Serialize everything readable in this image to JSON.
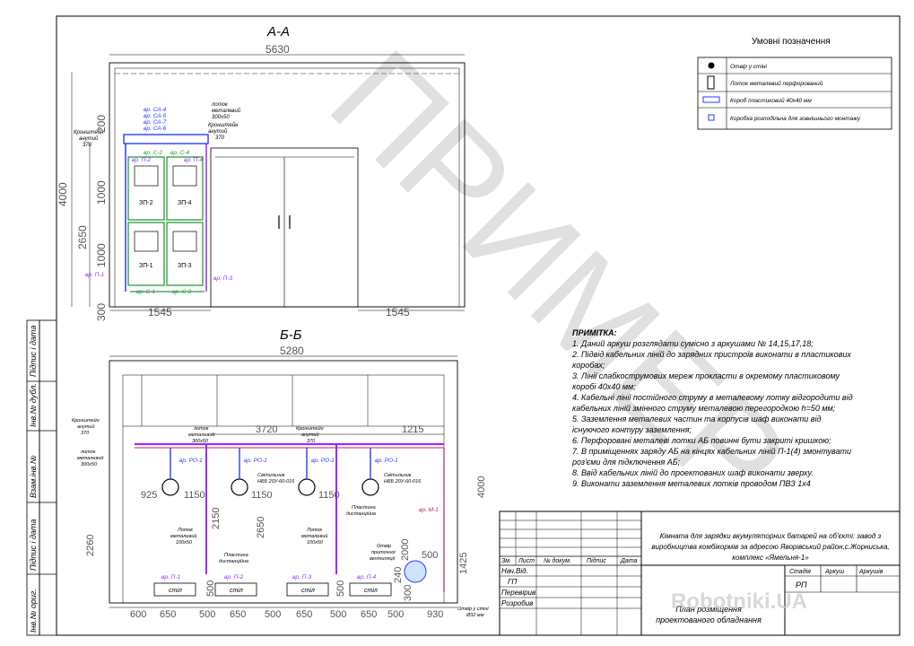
{
  "watermark": "ПРИМЕР",
  "site_watermark": "Robotniki.UA",
  "section_aa": {
    "title": "А-А",
    "dim_total": "5630",
    "dim_left": "1545",
    "dim_right": "1545",
    "dim_height": "4000",
    "dim_2650": "2650",
    "dim_1000a": "1000",
    "dim_1000b": "1000",
    "dim_300": "300",
    "dim_200": "200",
    "labels": {
      "tray_note": [
        "лоток",
        "металевий",
        "300х50"
      ],
      "bracket_right": [
        "Кронштейн",
        "анутий",
        "370"
      ],
      "bracket_left": [
        "Кронштейн",
        "анутий",
        "370"
      ],
      "ca4": "вр. СА-4",
      "ca5": "вр. СА-5",
      "ca7": "вр. СА-7",
      "ca6": "вр. СА-6",
      "c2": "вр. С-2",
      "c4": "вр. С-4",
      "p2": "вр. П-2",
      "p4": "вр. П-4",
      "p1": "вр. П-1",
      "p3": "вр. П-3",
      "c1": "вр. С-1",
      "c3": "вр. С-3",
      "zp2": "ЗП-2",
      "zp4": "ЗП-4",
      "zp1": "ЗП-1",
      "zp3": "ЗП-3"
    }
  },
  "section_bb": {
    "title": "Б-Б",
    "dim_total": "5280",
    "dim_3720": "3720",
    "dim_1215": "1215",
    "dim_4000": "4000",
    "dim_2260": "2260",
    "dim_2650": "2650",
    "dim_2150": "2150",
    "dim_925": "925",
    "dim_1150a": "1150",
    "dim_1150b": "1150",
    "dim_1150c": "1150",
    "dim_1425": "1425",
    "dim_500": "500",
    "dim_2000": "2000",
    "dim_240": "240",
    "dim_300": "300",
    "dim_500b": "500",
    "dim_500c": "500",
    "bottom_dims": [
      "600",
      "650",
      "500",
      "650",
      "500",
      "650",
      "500",
      "650",
      "500",
      "930"
    ],
    "labels": {
      "bracket1": [
        "Кронштейн",
        "анутий",
        "370"
      ],
      "tray_left": [
        "лоток",
        "металевий",
        "300х50"
      ],
      "tray_top": [
        "лоток",
        "металевий",
        "300х50"
      ],
      "bracket2": [
        "Кронштейн",
        "анутий",
        "370"
      ],
      "ro1a": "вр. РО-1",
      "ro1b": "вр. РО-1",
      "ro1c": "вр. РО-1",
      "ro1d": "вр. РО-1",
      "lamp1": [
        "Світильник",
        "НББ 20У-60-016"
      ],
      "lamp2": [
        "Світильник",
        "НББ 20У-60-016"
      ],
      "tray_v1": [
        "Лоток",
        "металевий",
        "100х50"
      ],
      "tray_v2": [
        "Лоток",
        "металевий",
        "100х50"
      ],
      "plinth1": [
        "Пластина",
        "дистанційна"
      ],
      "plinth2": [
        "Пластина",
        "дистанційна"
      ],
      "m1": "вр. М-1",
      "vent": [
        "Отвір",
        "приточної",
        "вентиляції"
      ],
      "p1": "вр. П-1",
      "p2": "вр. П-2",
      "p3": "вр. П-3",
      "p4": "вр. П-4",
      "stand": "стіл",
      "hole_note": [
        "Отвір у стіні",
        "Ø32 мм"
      ]
    }
  },
  "legend": {
    "title": "Умовні позначення",
    "items": [
      {
        "icon": "dot-icon",
        "text": "Отвір у стіні"
      },
      {
        "icon": "perforated-tray-icon",
        "text": "Лоток металевий перфорований"
      },
      {
        "icon": "plastic-duct-icon",
        "text": "Короб пластиковий 40х40 мм"
      },
      {
        "icon": "junction-box-icon",
        "text": "Коробка розподільча для зовнішнього монтажу"
      }
    ]
  },
  "notes": {
    "title": "ПРИМІТКА:",
    "lines": [
      "1. Даний аркуш розглядати сумісно з аркушами № 14,15,17,18;",
      "2. Підвід кабельних ліній до зарядних пристроїв виконати в пластикових",
      "коробах;",
      "3. Лінії слабкострумових мереж прокласти в окремому пластиковому",
      "коробі 40х40 мм;",
      "4. Кабельні лінії постійного струму в металевому лотку відгородити від",
      "кабельних ліній змінного струму металевою перегородкою h=50 мм;",
      "5. Заземлення металевих частин та корпусів шаф виконати від",
      "існуючого контуру заземлення;",
      "6. Перфоровані металеві лотки АБ повинні бути закриті кришкою;",
      "7. В приміщеннях заряду АБ на кінцях кабельних ліній П-1(4) змонтувати",
      "роз'єми для підключення АБ;",
      "8. Ввід кабельних ліній до проектованих шаф виконати зверху.",
      "9. Виконати заземлення металевих лотків проводом ПВЗ 1х4"
    ]
  },
  "side_stamp": {
    "cells": [
      "Інв.№ ориг.",
      "Підпис і дата",
      "Взам.інв.№",
      "Інв.№ дубл.",
      "Підпис і дата"
    ]
  },
  "title_block": {
    "project": "Кімната для зарядки вкумуляторних батарей на об'єкті: завод з виробництва комбікормів за адресою Яворівський район,с.Жорниська, комплекс «Ямельня-1»",
    "project_lines": [
      "Кімната для зарядки вкумуляторних батарей на об'єкті: завод з",
      "виробництва комбікормів за адресою Яворівський район,с.Жорниська,",
      "комплекс «Ямельня-1»"
    ],
    "headers": [
      "Зм.",
      "Лист",
      "№ докум.",
      "Підпис",
      "Дата"
    ],
    "roles": [
      "Нач.Від.",
      "ГП",
      "Перевірив",
      "Розробив"
    ],
    "stage_label": "Стадія",
    "sheet_label": "Аркуш",
    "sheets_label": "Аркушів",
    "stage_value": "РП",
    "drawing_title": [
      "План розміщення",
      "проектованого обладнання"
    ]
  }
}
